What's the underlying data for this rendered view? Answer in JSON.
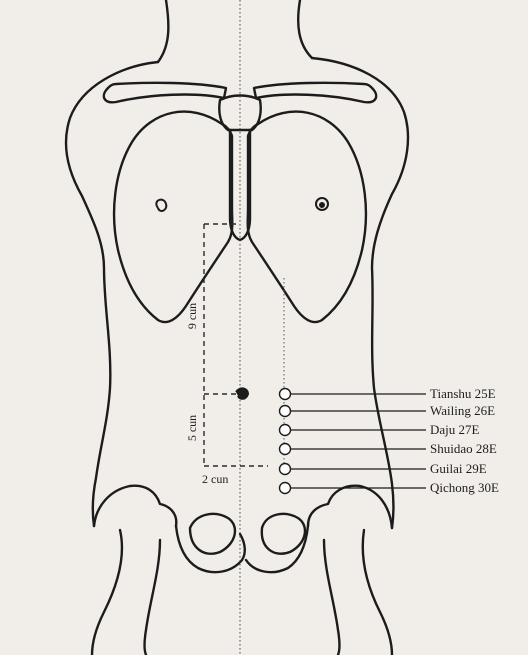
{
  "diagram": {
    "measurements": [
      {
        "id": "vertical-upper",
        "label": "9 cun"
      },
      {
        "id": "vertical-lower",
        "label": "5 cun"
      },
      {
        "id": "horizontal",
        "label": "2 cun"
      }
    ],
    "points": [
      {
        "label": "Tianshu 25E"
      },
      {
        "label": "Wailing 26E"
      },
      {
        "label": "Daju 27E"
      },
      {
        "label": "Shuidao 28E"
      },
      {
        "label": "Guilai 29E"
      },
      {
        "label": "Qichong 30E"
      }
    ],
    "colors": {
      "background": "#ece9e2",
      "line": "#1c1c1c",
      "point_fill": "#ffffff"
    }
  }
}
